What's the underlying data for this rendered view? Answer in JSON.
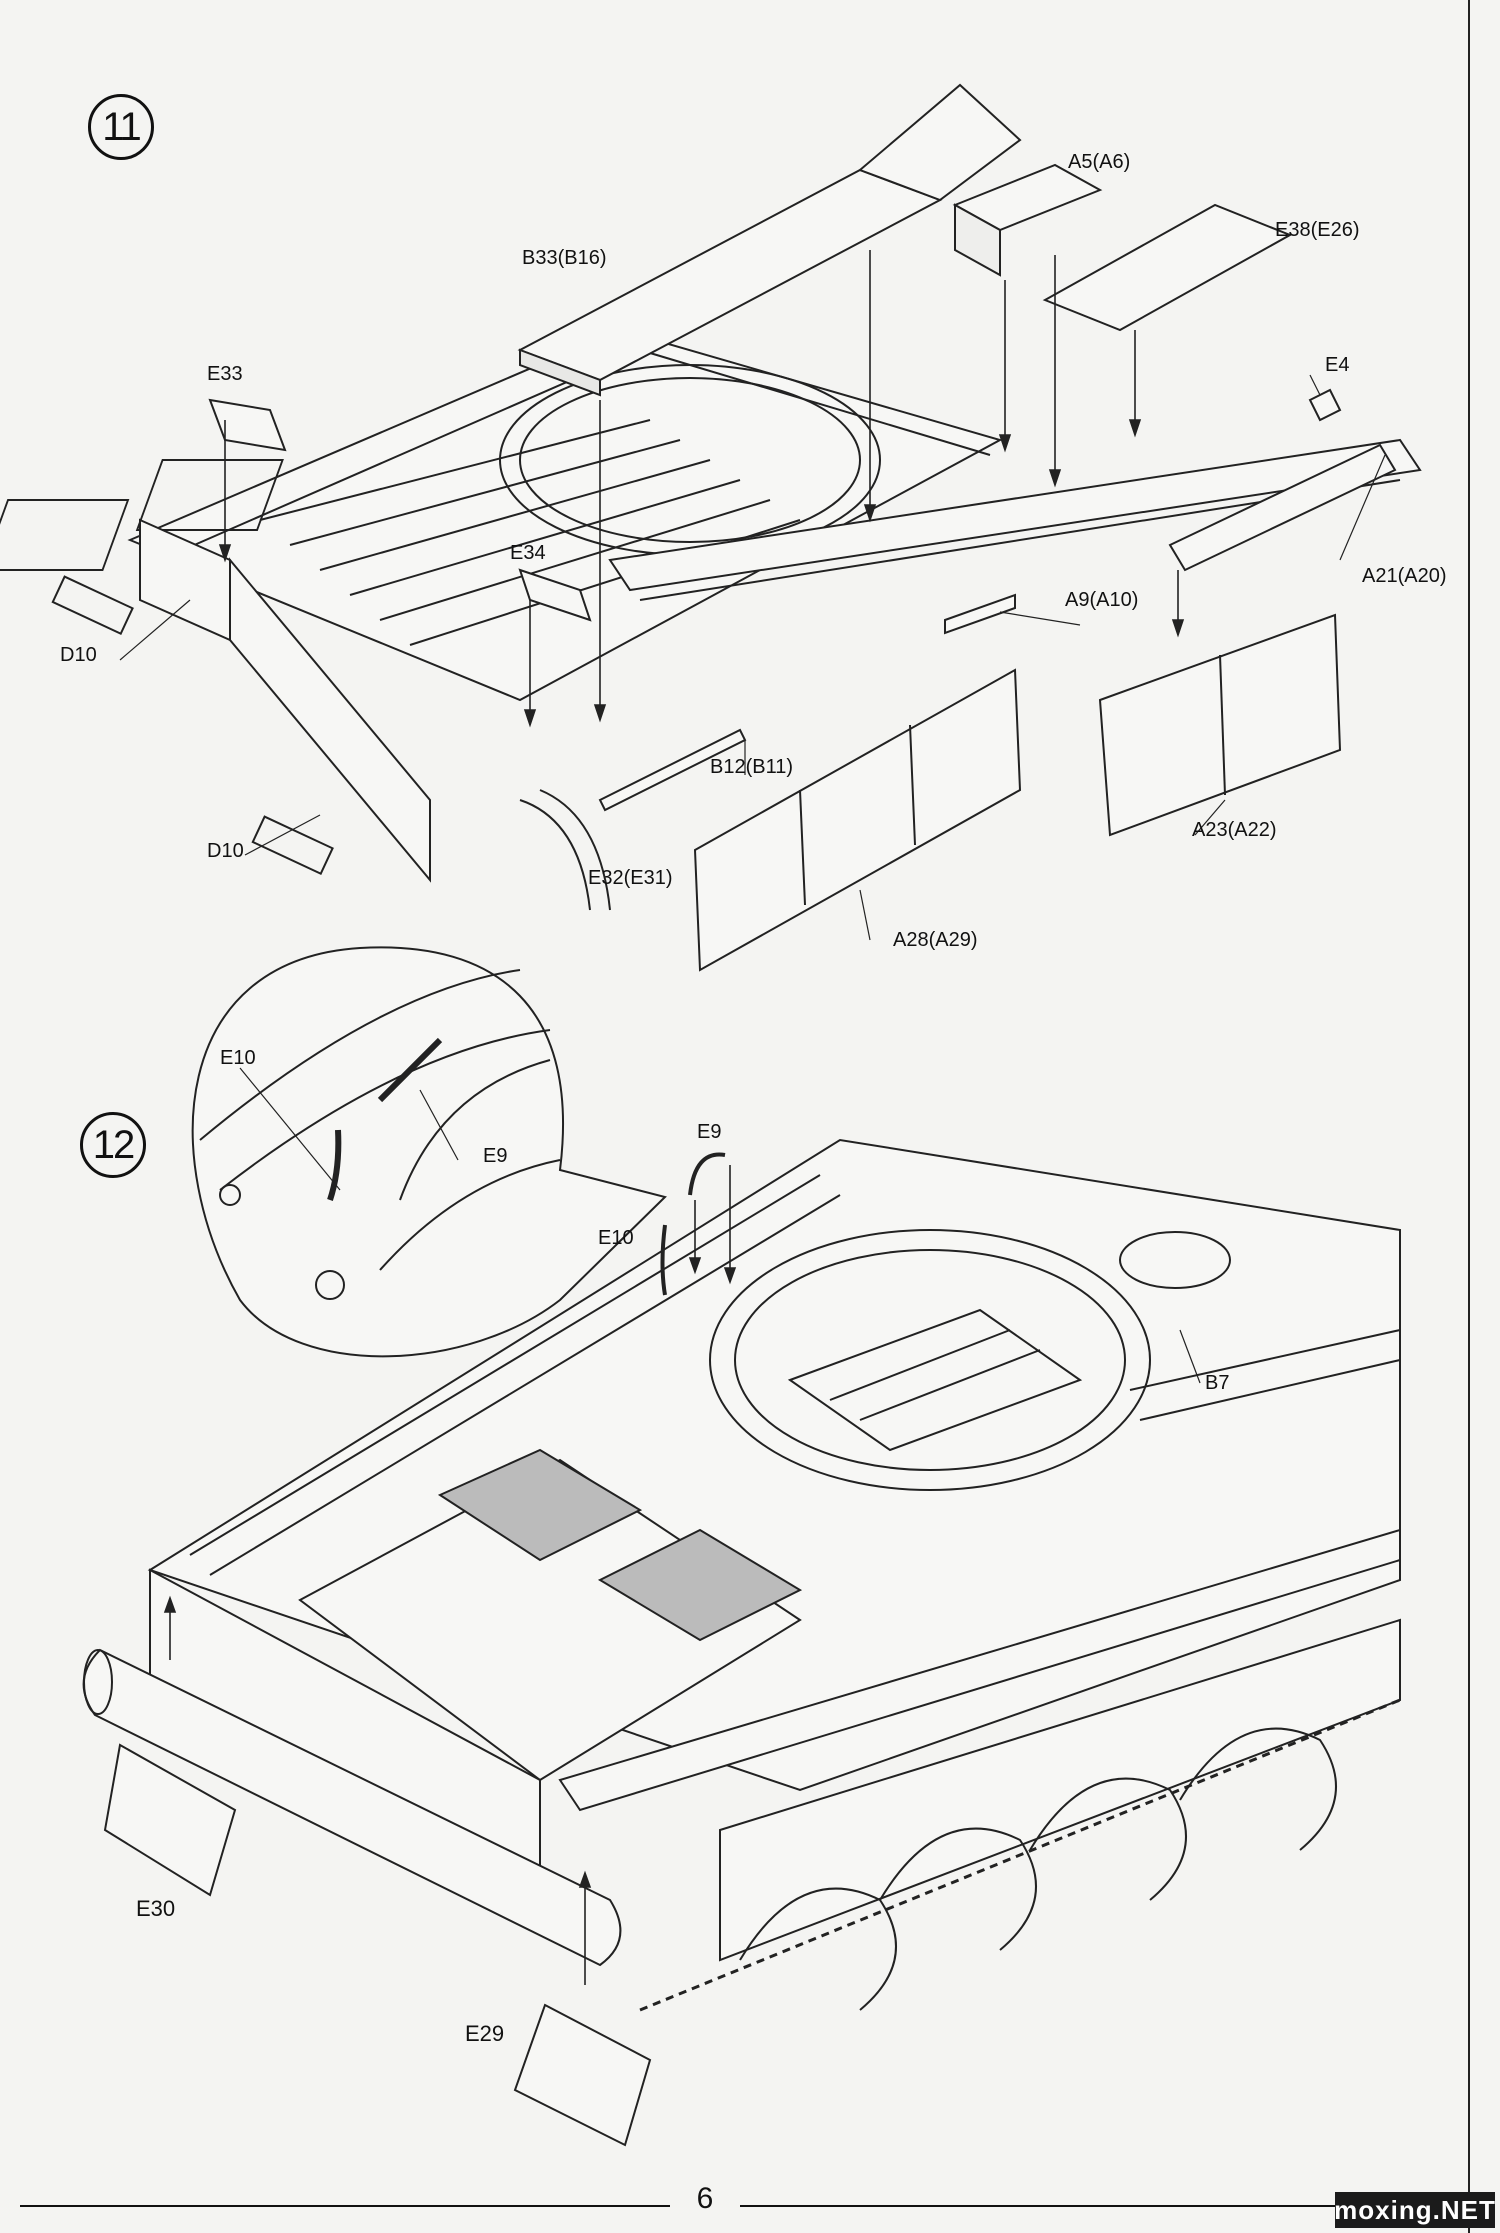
{
  "steps": [
    "11",
    "12"
  ],
  "step11_labels": {
    "b33": "B33(B16)",
    "a5": "A5(A6)",
    "e38": "E38(E26)",
    "e33": "E33",
    "e4": "E4",
    "e34": "E34",
    "d10_top": "D10",
    "a21": "A21(A20)",
    "a9": "A9(A10)",
    "b12": "B12(B11)",
    "a23": "A23(A22)",
    "d10_bottom": "D10",
    "e32": "E32(E31)",
    "a28": "A28(A29)"
  },
  "step12_labels": {
    "e10_callout": "E10",
    "e9_callout": "E9",
    "e9": "E9",
    "e10": "E10",
    "b7": "B7",
    "e30": "E30",
    "e29": "E29"
  },
  "footer": {
    "page_number": "6",
    "watermark": "moxing.NET"
  }
}
